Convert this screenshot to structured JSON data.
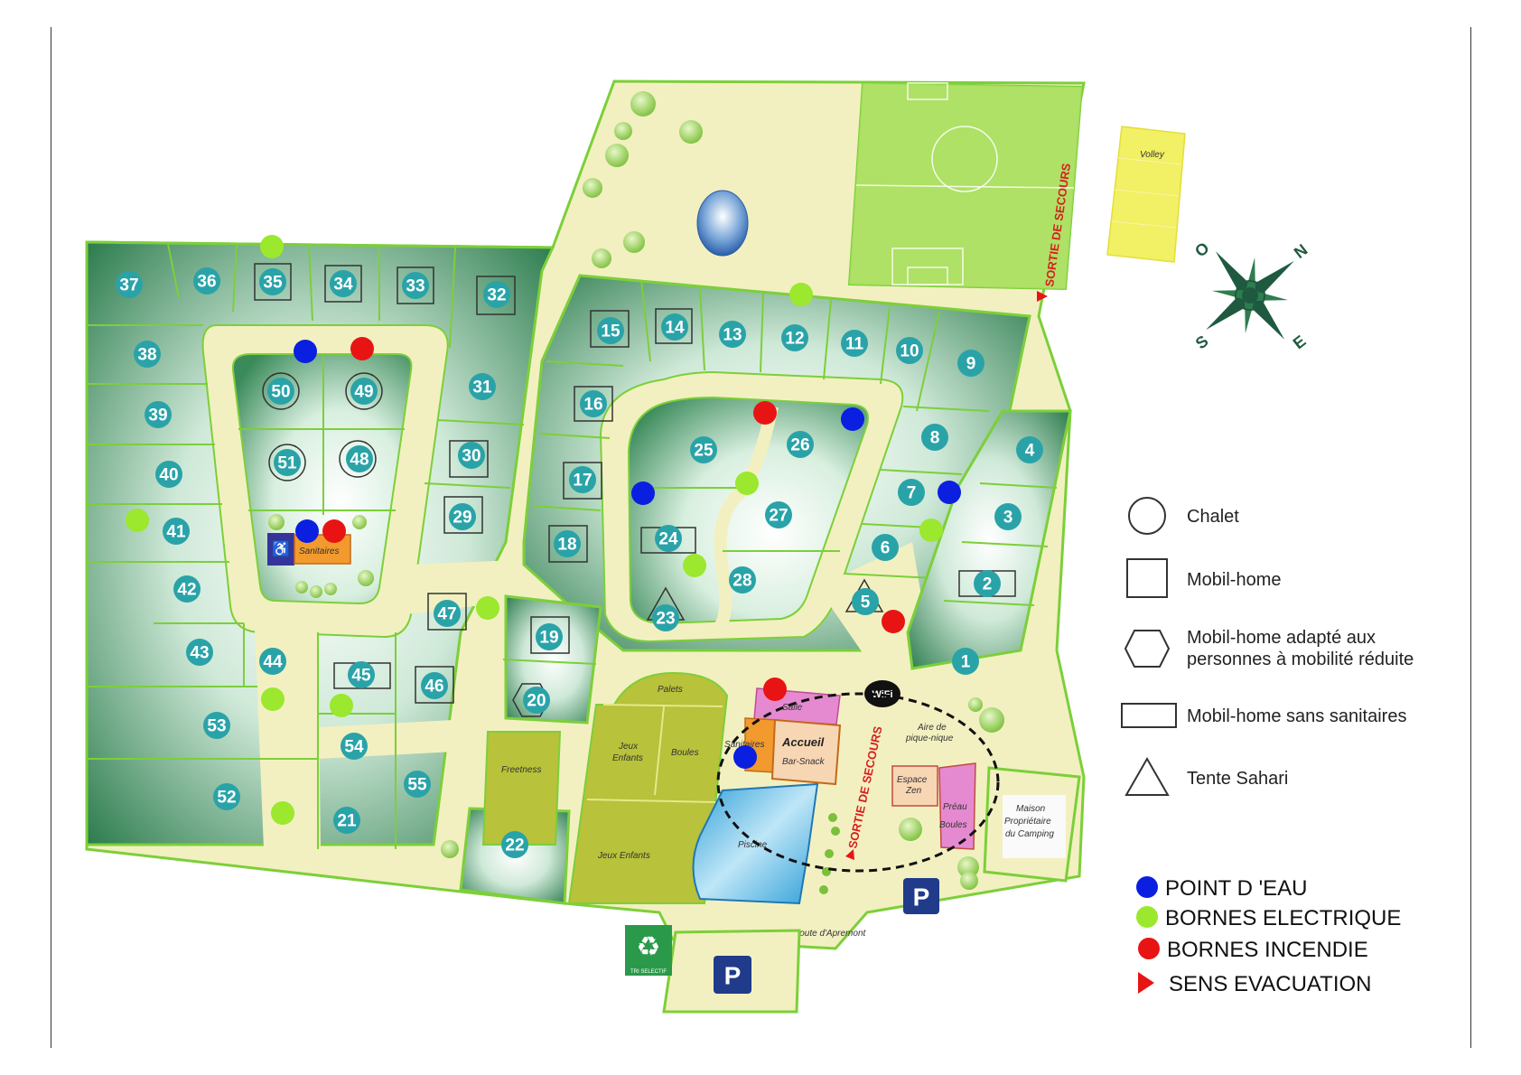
{
  "lots": [
    "1",
    "2",
    "3",
    "4",
    "5",
    "6",
    "7",
    "8",
    "9",
    "10",
    "11",
    "12",
    "13",
    "14",
    "15",
    "16",
    "17",
    "18",
    "19",
    "20",
    "21",
    "22",
    "23",
    "24",
    "25",
    "26",
    "27",
    "28",
    "29",
    "30",
    "31",
    "32",
    "33",
    "34",
    "35",
    "36",
    "37",
    "38",
    "39",
    "40",
    "41",
    "42",
    "43",
    "44",
    "45",
    "46",
    "47",
    "48",
    "49",
    "50",
    "51",
    "52",
    "53",
    "54",
    "55"
  ],
  "labels": {
    "volley": "Volley",
    "sanitaires_left": "Sanitaires",
    "palets": "Palets",
    "jeux_enfants_1": "Jeux",
    "jeux_enfants_1b": "Enfants",
    "boules_left": "Boules",
    "freetness": "Freetness",
    "jeux_enfants_2": "Jeux Enfants",
    "salle": "Salle",
    "sanitaires_center": "Sanitaires",
    "accueil": "Accueil",
    "bar_snack": "Bar-Snack",
    "piscine": "Piscine",
    "aire_1": "Aire de",
    "aire_2": "pique-nique",
    "espace": "Espace",
    "zen": "Zen",
    "preau": "Préau",
    "boules_right": "Boules",
    "maison_1": "Maison",
    "maison_2": "Propriétaire",
    "maison_3": "du Camping",
    "route": "Route d'Apremont",
    "tri": "TRI SELECTIF",
    "wifi": "WiFi",
    "sortie_top": "SORTIE DE SECOURS",
    "sortie_center": "SORTIE DE SECOURS",
    "parking": "P"
  },
  "compass": {
    "n": "N",
    "s": "S",
    "e": "E",
    "o": "O"
  },
  "legend_shapes": [
    {
      "shape": "circle",
      "label": "Chalet"
    },
    {
      "shape": "square",
      "label": "Mobil-home"
    },
    {
      "shape": "hexagon",
      "label": "Mobil-home adapté aux",
      "label2": "personnes à mobilité réduite"
    },
    {
      "shape": "rect",
      "label": "Mobil-home sans sanitaires"
    },
    {
      "shape": "triangle",
      "label": "Tente Sahari"
    }
  ],
  "legend_points": [
    {
      "color": "#0a1fe0",
      "label": "POINT D 'EAU"
    },
    {
      "color": "#9be82e",
      "label": "BORNES ELECTRIQUE"
    },
    {
      "color": "#e81414",
      "label": "BORNES INCENDIE"
    },
    {
      "color": "#e81414",
      "label": "SENS EVACUATION"
    }
  ],
  "colors": {
    "path": "#f2f0c0",
    "border": "#7ccf3a",
    "lot_dark": "#2e7d4f",
    "badge": "#2aa3a8",
    "water": "#0a1fe0",
    "electric": "#9be82e",
    "fire": "#e81414",
    "olive": "#b8c23a",
    "pink": "#e58ad0",
    "orange": "#f29a2e",
    "parking": "#1f3b8a"
  }
}
